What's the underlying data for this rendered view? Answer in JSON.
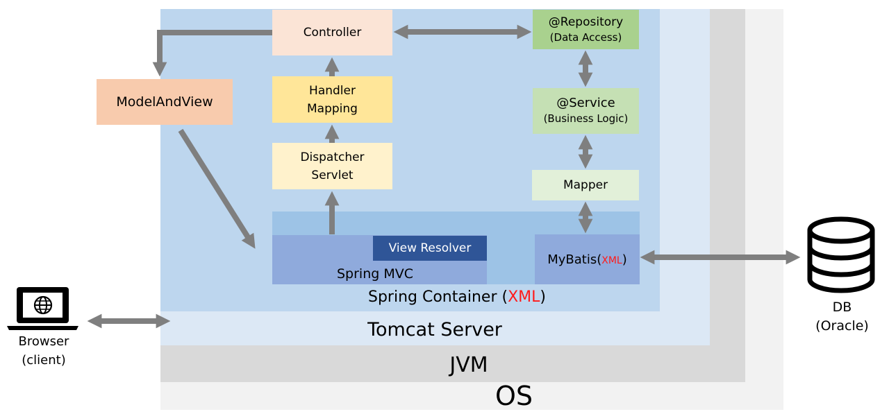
{
  "layers": {
    "os": "OS",
    "jvm": "JVM",
    "tomcat": "Tomcat Server",
    "spring_container": "Spring Container (",
    "spring_container_xml": "XML",
    "spring_container_close": ")"
  },
  "boxes": {
    "controller": "Controller",
    "handler_mapping_1": "Handler",
    "handler_mapping_2": "Mapping",
    "dispatcher_1": "Dispatcher",
    "dispatcher_2": "Servlet",
    "model_and_view": "ModelAndView",
    "repository_1": "@Repository",
    "repository_2": "(Data Access)",
    "service_1": "@Service",
    "service_2": "(Business Logic)",
    "mapper": "Mapper",
    "view_resolver": "View Resolver",
    "spring_mvc": "Spring MVC",
    "mybatis": "MyBatis(",
    "mybatis_xml": "XML",
    "mybatis_close": ")"
  },
  "external": {
    "browser": "Browser",
    "browser_sub": "(client)",
    "db": "DB",
    "db_sub": "(Oracle)"
  },
  "icons": {
    "browser": "laptop-globe-icon",
    "db": "database-cylinder-icon"
  },
  "colors": {
    "os": "#f2f2f2",
    "jvm": "#d9d9d9",
    "tomcat": "#dce8f5",
    "spring_container": "#bdd6ee",
    "controller": "#fbe4d6",
    "handler_mapping": "#ffe699",
    "dispatcher": "#fff2cc",
    "model_and_view": "#f8cbad",
    "repository": "#a9d18e",
    "service": "#c5e0b4",
    "mapper": "#e2f0d9",
    "view_resolver": "#2f5597",
    "spring_mvc": "#8faadc",
    "mybatis": "#8faadc",
    "mvc_band": "#9dc3e6",
    "arrow": "#7f7f7f",
    "xml": "#ff1a1a"
  }
}
